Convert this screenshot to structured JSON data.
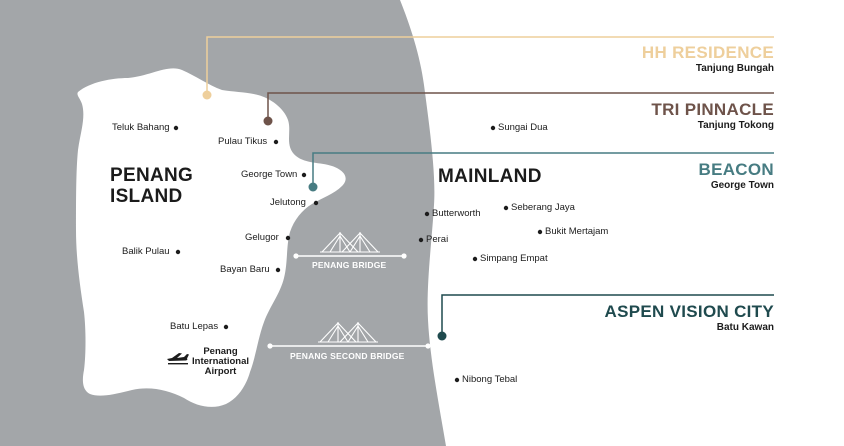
{
  "regions": {
    "island": "PENANG\nISLAND",
    "mainland": "MAINLAND"
  },
  "places": {
    "teluk_bahang": "Teluk Bahang",
    "pulau_tikus": "Pulau Tikus",
    "george_town": "George Town",
    "jelutong": "Jelutong",
    "gelugor": "Gelugor",
    "bayan_baru": "Bayan Baru",
    "balik_pulau": "Balik Pulau",
    "batu_lepas": "Batu Lepas",
    "airport": "Penang\nInternational\nAirport",
    "sungai_dua": "Sungai Dua",
    "butterworth": "Butterworth",
    "seberang_jaya": "Seberang Jaya",
    "perai": "Perai",
    "bukit_mertajam": "Bukit Mertajam",
    "simpang_empat": "Simpang Empat",
    "nibong_tebal": "Nibong Tebal"
  },
  "bridges": {
    "penang_bridge": "PENANG BRIDGE",
    "second_bridge": "PENANG SECOND BRIDGE"
  },
  "projects": [
    {
      "name": "HH RESIDENCE",
      "location": "Tanjung Bungah",
      "color": "#EECF9C"
    },
    {
      "name": "TRI PINNACLE",
      "location": "Tanjung Tokong",
      "color": "#6E534A"
    },
    {
      "name": "BEACON",
      "location": "George Town",
      "color": "#477C82"
    },
    {
      "name": "ASPEN VISION CITY",
      "location": "Batu Kawan",
      "color": "#1F4A4E"
    }
  ],
  "colors": {
    "sea": "#A3A6A9",
    "land": "#FFFFFF",
    "text": "#1C1C1C"
  },
  "icons": [
    "airplane-icon",
    "bridge-icon",
    "location-dot-icon"
  ]
}
